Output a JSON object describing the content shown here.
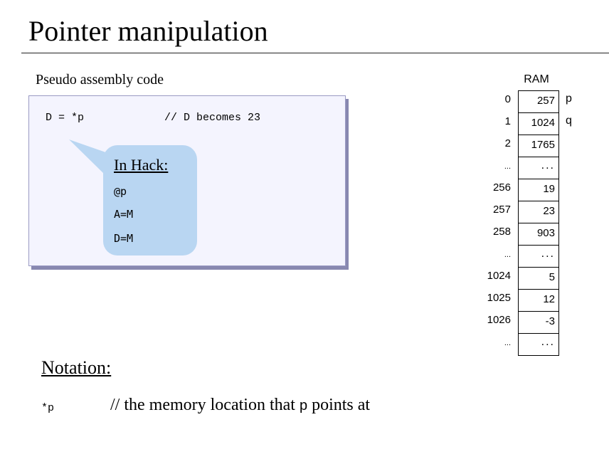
{
  "slide": {
    "title": "Pointer manipulation",
    "subtitle": "Pseudo assembly code"
  },
  "code": {
    "statement": "D = *p",
    "comment": "// D becomes 23"
  },
  "hack_bubble": {
    "title": "In Hack:",
    "lines": [
      "@p",
      "A=M",
      "D=M"
    ]
  },
  "ram": {
    "title": "RAM",
    "rows": [
      {
        "address": "0",
        "value": "257",
        "label": "p"
      },
      {
        "address": "1",
        "value": "1024",
        "label": "q"
      },
      {
        "address": "2",
        "value": "1765",
        "label": ""
      },
      {
        "address": "...",
        "value": "...",
        "label": ""
      },
      {
        "address": "256",
        "value": "19",
        "label": ""
      },
      {
        "address": "257",
        "value": "23",
        "label": ""
      },
      {
        "address": "258",
        "value": "903",
        "label": ""
      },
      {
        "address": "...",
        "value": "...",
        "label": ""
      },
      {
        "address": "1024",
        "value": "5",
        "label": ""
      },
      {
        "address": "1025",
        "value": "12",
        "label": ""
      },
      {
        "address": "1026",
        "value": "-3",
        "label": ""
      },
      {
        "address": "...",
        "value": "...",
        "label": ""
      }
    ]
  },
  "notation": {
    "title": "Notation:",
    "symbol": "*p",
    "text_before": "// the memory location that ",
    "inline_symbol": "p",
    "text_after": " points at"
  },
  "colors": {
    "codebox_fill": "#f4f4fe",
    "bubble_fill": "#b9d6f2"
  }
}
